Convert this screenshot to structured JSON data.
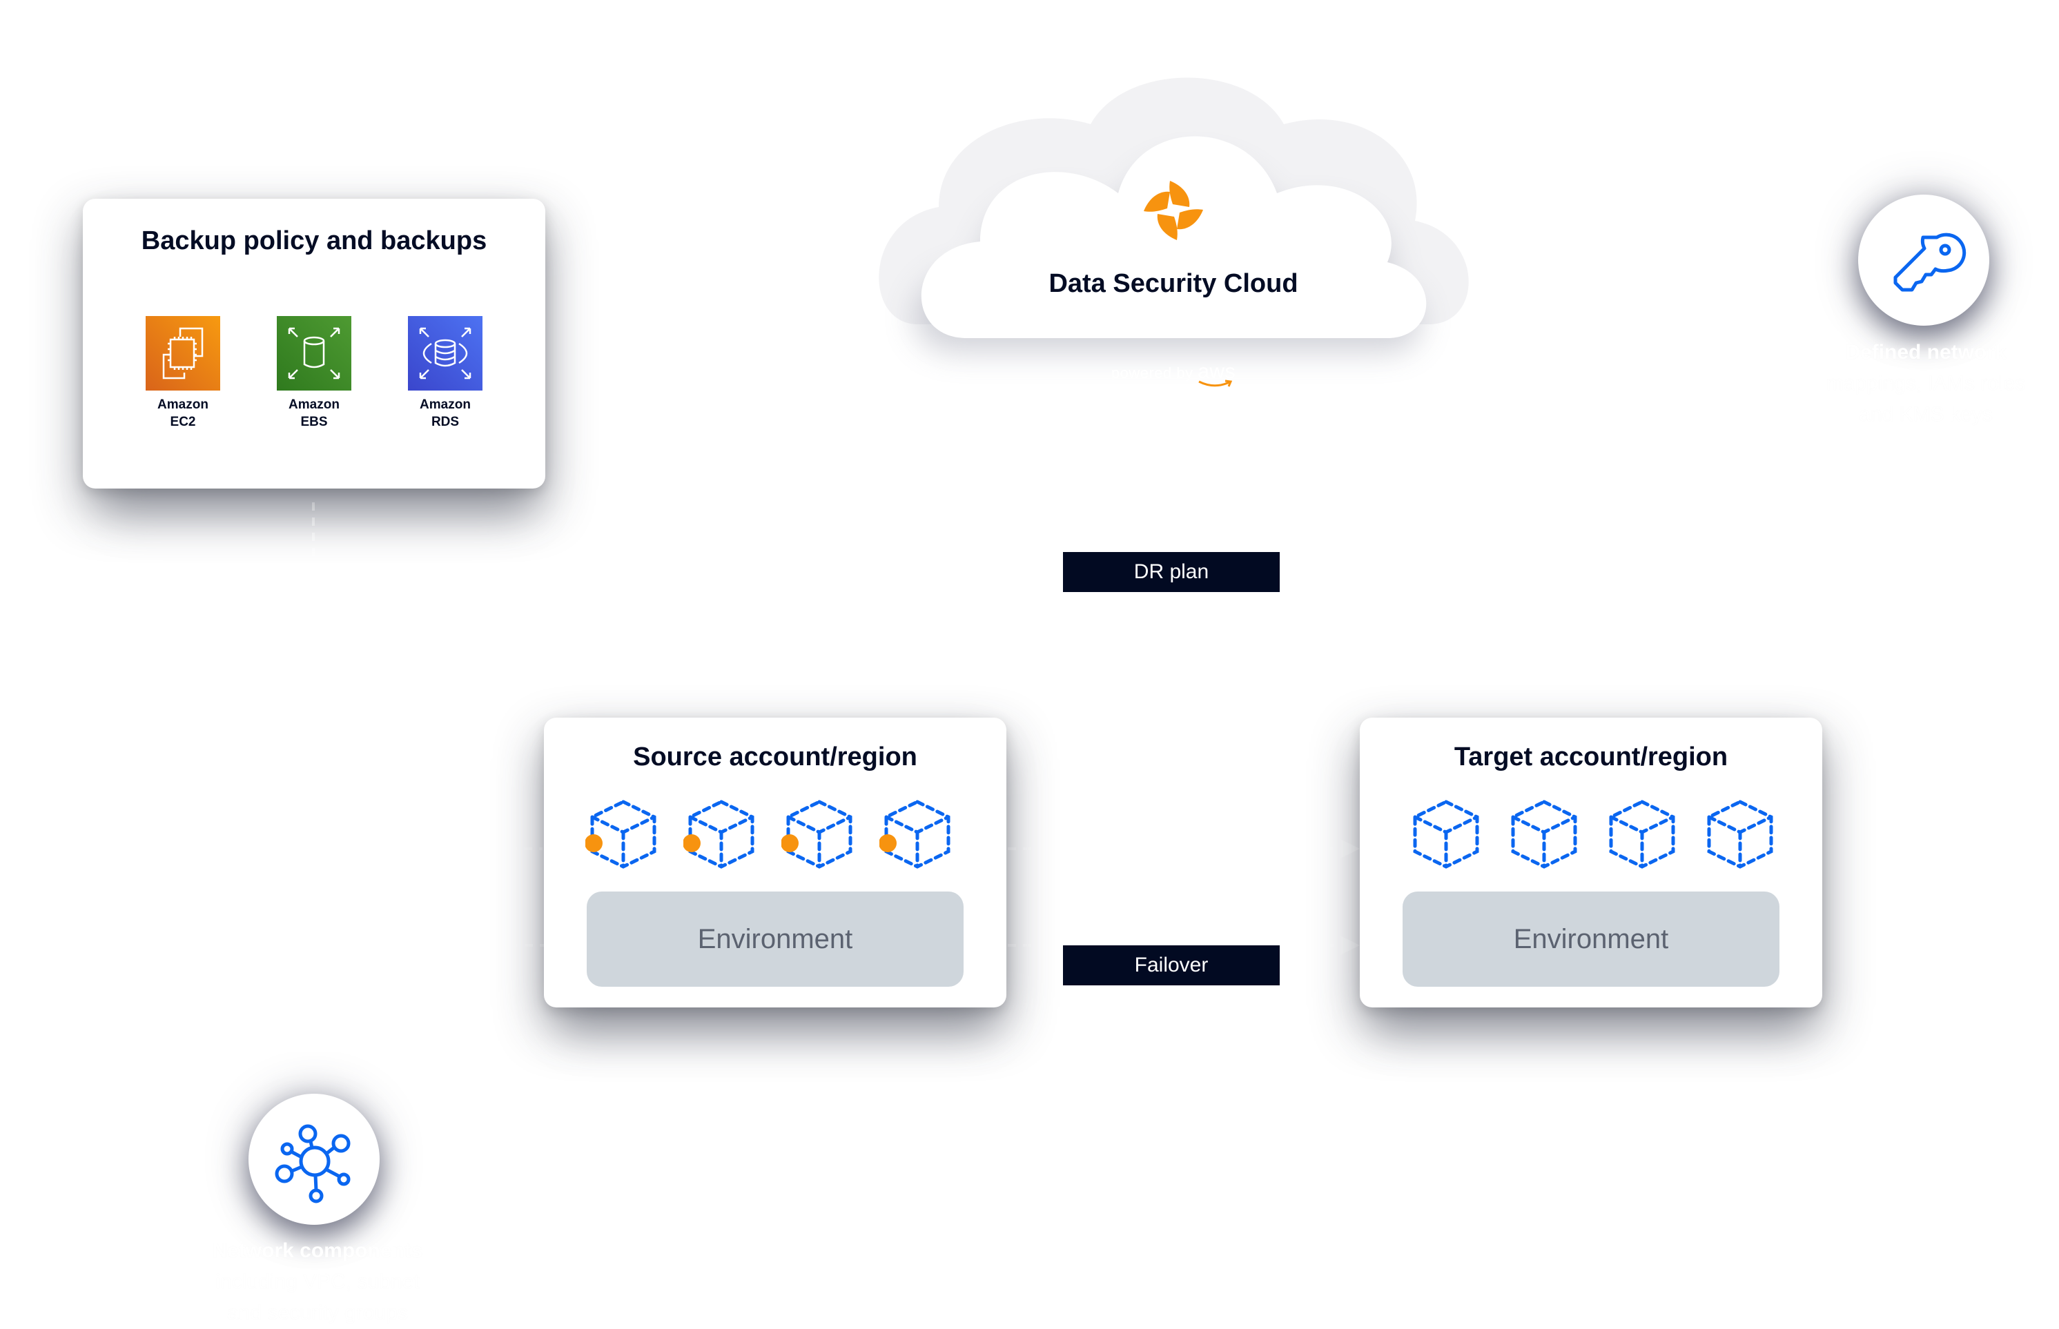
{
  "cloud": {
    "title": "Data Security Cloud",
    "powered_by": "powered by",
    "aws": "aws",
    "logo_color": "#f7930f"
  },
  "backup": {
    "title": "Backup policy and backups",
    "services": [
      {
        "line1": "Amazon",
        "line2": "EC2",
        "icon": "ec2-icon",
        "color": "#e0701a"
      },
      {
        "line1": "Amazon",
        "line2": "EBS",
        "icon": "ebs-icon",
        "color": "#3f8a2a"
      },
      {
        "line1": "Amazon",
        "line2": "RDS",
        "icon": "rds-icon",
        "color": "#3b4fd6"
      }
    ]
  },
  "labels": {
    "dr_plan": "DR plan",
    "failover": "Failover"
  },
  "source": {
    "title": "Source account/region",
    "environment": "Environment",
    "resource_count": 4,
    "marker_color": "#f7930f"
  },
  "target": {
    "title": "Target account/region",
    "environment": "Environment",
    "resource_count": 4
  },
  "key_node": {
    "icon": "key-icon",
    "caption_line1": "Defined network",
    "caption_line2": "mappings, IAMs roles",
    "caption_line3": "and KMS keys"
  },
  "network_node": {
    "icon": "network-icon",
    "caption_line1": "Network components",
    "caption_line2": "including VPC, subnet",
    "caption_line3": "and security groups"
  },
  "colors": {
    "accent_blue": "#0a66f0",
    "dark_navy": "#020a22",
    "environment_fill": "#cfd6dc"
  }
}
